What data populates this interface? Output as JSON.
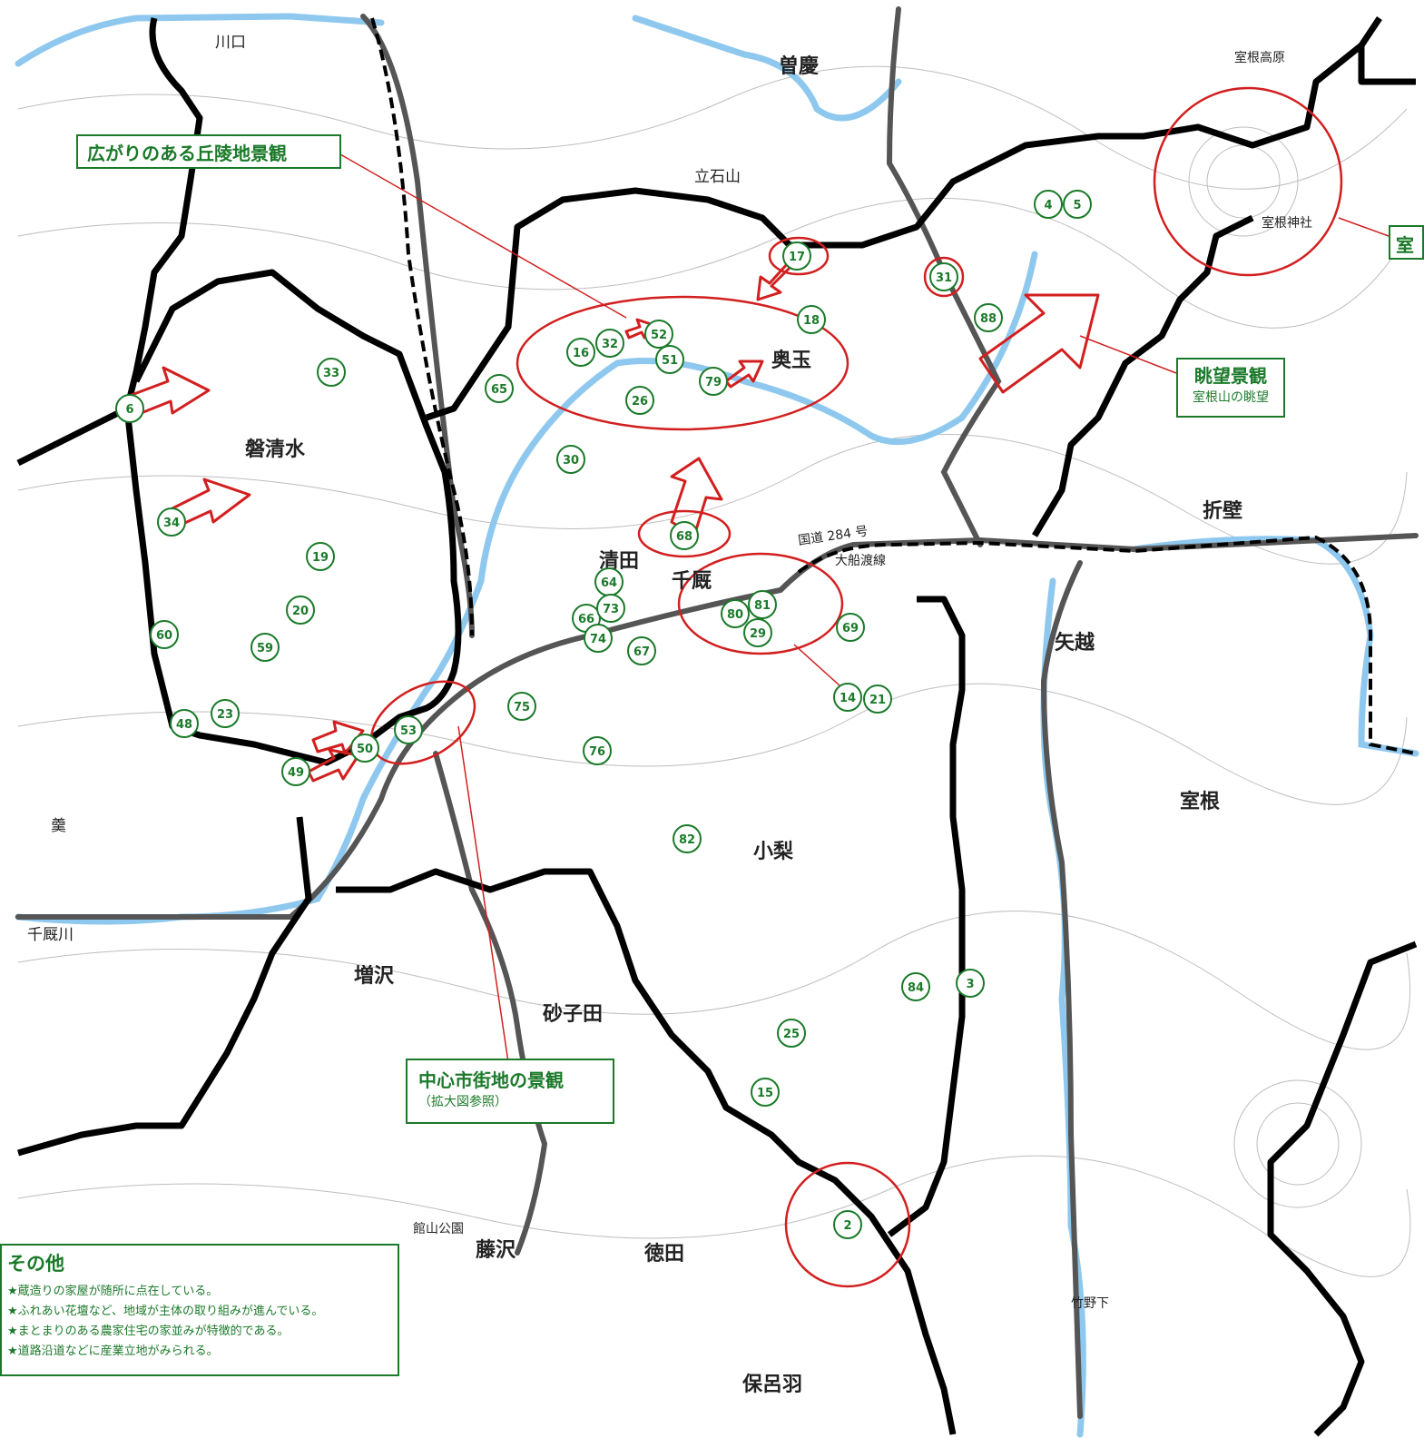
{
  "callouts": {
    "hills": {
      "title": "広がりのある丘陵地景観"
    },
    "view": {
      "title": "眺望景観",
      "subtitle": "室根山の眺望"
    },
    "center": {
      "title": "中心市街地の景観",
      "subtitle": "（拡大図参照）"
    },
    "edge": {
      "title": "室"
    }
  },
  "legend": {
    "title": "その他",
    "items": [
      "★蔵造りの家屋が随所に点在している。",
      "★ふれあい花壇など、地域が主体の取り組みが進んでいる。",
      "★まとまりのある農家住宅の家並みが特徴的である。",
      "★道路沿道などに産業立地がみられる。"
    ]
  },
  "points": [
    "2",
    "3",
    "4",
    "5",
    "6",
    "14",
    "15",
    "16",
    "17",
    "18",
    "19",
    "20",
    "21",
    "23",
    "25",
    "26",
    "29",
    "30",
    "31",
    "32",
    "33",
    "34",
    "48",
    "49",
    "50",
    "51",
    "52",
    "53",
    "59",
    "60",
    "64",
    "65",
    "66",
    "67",
    "68",
    "69",
    "73",
    "74",
    "75",
    "76",
    "79",
    "80",
    "81",
    "82",
    "84",
    "88"
  ],
  "places": {
    "soukei": "曽慶",
    "okutama": "奥玉",
    "iwashimizu": "磐清水",
    "kiyota": "清田",
    "koyanashi": "小梨",
    "masuzawa": "増沢",
    "sunakoda": "砂子田",
    "fujisawa": "藤沢",
    "tokuta": "徳田",
    "horowa": "保呂羽",
    "oriki": "折壁",
    "yagoshi": "矢越",
    "murone": "室根",
    "senmaya": "千厩",
    "kawaguchi": "川口",
    "tateishiyama": "立石山",
    "murone_jinja": "室根神社",
    "murone_kougen": "室根高原",
    "kaname": "羹",
    "senmaya_river": "千厩川",
    "kanayama": "館山公園",
    "route": "国道 284 号",
    "ofunato": "大船渡線",
    "takeno": "竹野下"
  },
  "colors": {
    "green": "#1b7a2a",
    "red": "#d21f1f",
    "river": "#8ec8ee",
    "road": "#4a4a4a",
    "boundary": "#000000"
  }
}
